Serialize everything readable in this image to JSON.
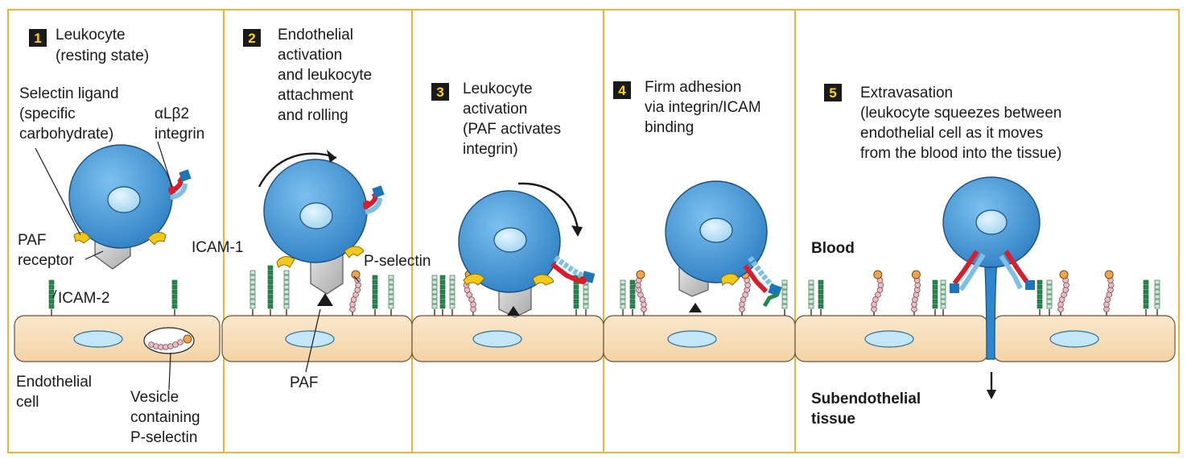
{
  "panels": [
    {
      "number": "1",
      "title_lines": [
        "Leukocyte",
        "(resting state)"
      ]
    },
    {
      "number": "2",
      "title_lines": [
        "Endothelial",
        "activation",
        "and leukocyte",
        "attachment",
        "and rolling"
      ]
    },
    {
      "number": "3",
      "title_lines": [
        "Leukocyte",
        "activation",
        "(PAF activates",
        "integrin)"
      ]
    },
    {
      "number": "4",
      "title_lines": [
        "Firm adhesion",
        "via integrin/ICAM",
        "binding"
      ]
    },
    {
      "number": "5",
      "title_lines": [
        "Extravasation",
        "(leukocyte squeezes between",
        "endothelial cell as it moves",
        "from the blood into the tissue)"
      ]
    }
  ],
  "labels": {
    "selectin_ligand": [
      "Selectin ligand",
      "(specific",
      "carbohydrate)"
    ],
    "integrin": [
      "αLβ2",
      "integrin"
    ],
    "paf_receptor": [
      "PAF",
      "receptor"
    ],
    "icam2": "ICAM-2",
    "endothelial_cell": [
      "Endothelial",
      "cell"
    ],
    "vesicle": [
      "Vesicle",
      "containing",
      "P-selectin"
    ],
    "icam1": "ICAM-1",
    "p_selectin": "P-selectin",
    "paf": "PAF",
    "blood": "Blood",
    "subendothelial": [
      "Subendothelial",
      "tissue"
    ]
  },
  "colors": {
    "frame": "#e8b63a",
    "leukocyte": "#3b8fd0",
    "nucleus": "#a9d8f2",
    "endothelium": "#f8dfbb",
    "endothelium_nucleus": "#bfe3f7",
    "receptor": "#f1c40f",
    "integrin_red": "#d81e2c",
    "integrin_blue": "#1e74b8",
    "icam_green": "#1f8a4c",
    "selectin_bead": "#e9b9c0",
    "selectin_head": "#f0a54a"
  }
}
